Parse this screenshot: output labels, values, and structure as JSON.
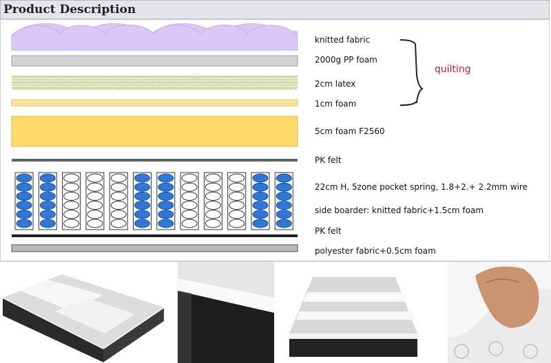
{
  "header": {
    "title": "Product Description"
  },
  "layers": [
    {
      "id": "knitted",
      "label": "knitted fabric"
    },
    {
      "id": "ppfoam",
      "label": "2000g PP foam"
    },
    {
      "id": "latex",
      "label": "2cm latex"
    },
    {
      "id": "foam1",
      "label": "1cm foam"
    },
    {
      "id": "foam5",
      "label": "5cm foam F2560"
    },
    {
      "id": "pkfelt1",
      "label": "PK felt"
    },
    {
      "id": "spring",
      "label": "22cm H, 5zone pocket spring, 1.8+2.+ 2.2mm wire"
    },
    {
      "id": "border",
      "label": "side boarder: knitted fabric+1.5cm foam"
    },
    {
      "id": "pkfelt2",
      "label": "PK felt"
    },
    {
      "id": "poly",
      "label": "polyester fabric+0.5cm foam"
    }
  ],
  "quilting": {
    "label": "quilting"
  },
  "spring_zones": [
    "blue",
    "blue",
    "white",
    "white",
    "white",
    "blue",
    "blue",
    "white",
    "white",
    "white",
    "blue",
    "blue"
  ],
  "colors": {
    "knitted": "#d8c8f5",
    "ppfoam": "#d4d4d4",
    "latex": "#e8ecc8",
    "foam1": "#fde39a",
    "foam5": "#fdda6a",
    "spring_blue": "#2f78d8",
    "felt": "#606060",
    "poly": "#b8b8b8",
    "quilting_text": "#c0202a"
  },
  "photos": [
    {
      "id": "photo-mattress-angle"
    },
    {
      "id": "photo-mattress-corner"
    },
    {
      "id": "photo-mattress-front"
    },
    {
      "id": "photo-hand-press"
    }
  ]
}
